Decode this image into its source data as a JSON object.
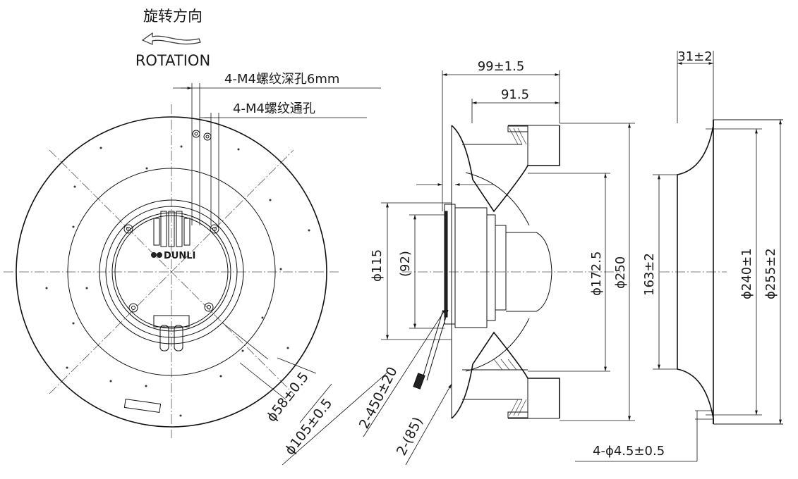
{
  "rotation": {
    "label_cn": "旋转方向",
    "label_en": "ROTATION"
  },
  "callouts": {
    "tapped_holes": "4-M4螺纹深孔6mm",
    "through_holes": "4-M4螺纹通孔",
    "mount_holes": "4-ϕ4.5±0.5"
  },
  "logo": {
    "brand": "DUNLI"
  },
  "dimensions": {
    "d_inner_circle": "ϕ58±0.5",
    "d_outer_circle": "ϕ105±0.5",
    "cable_length": "2-450±20",
    "cable_strip": "2-(85)",
    "overall_depth": "99±1.5",
    "impeller_depth": "91.5",
    "d_motor": "ϕ115",
    "d_motor_inner": "(92)",
    "d_inlet": "ϕ172.5",
    "d_impeller": "ϕ250",
    "ring_depth": "31±2",
    "ring_inner": "163±2",
    "ring_bolt_circle": "ϕ240±1",
    "ring_outer": "ϕ255±2"
  }
}
